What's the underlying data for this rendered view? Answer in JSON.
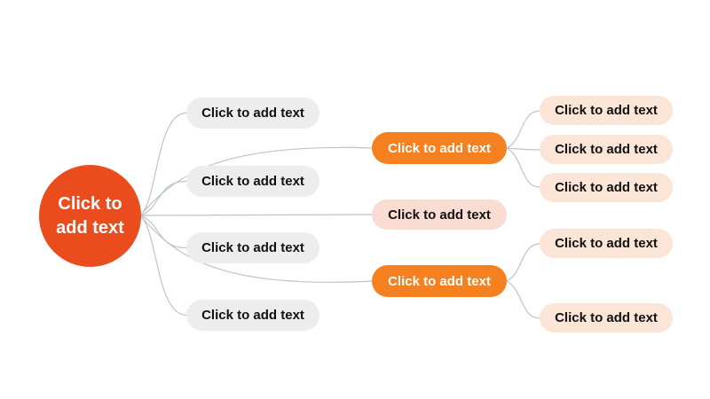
{
  "diagram": {
    "center": {
      "label": "Click to add text"
    },
    "level1_left": [
      {
        "label": "Click to add text"
      },
      {
        "label": "Click to add text"
      },
      {
        "label": "Click to add text"
      },
      {
        "label": "Click to add text"
      }
    ],
    "level1_mid": [
      {
        "label": "Click to add text",
        "variant": "branch-orange"
      },
      {
        "label": "Click to add text",
        "variant": "leaf-light"
      },
      {
        "label": "Click to add text",
        "variant": "branch-orange"
      }
    ],
    "level2_right": [
      {
        "label": "Click to add text"
      },
      {
        "label": "Click to add text"
      },
      {
        "label": "Click to add text"
      },
      {
        "label": "Click to add text"
      },
      {
        "label": "Click to add text"
      }
    ]
  },
  "colors": {
    "center": "#EA4C1E",
    "branch": "#F5801F",
    "leaf": "#FBE5D6",
    "mid_leaf": "#FADCD2",
    "gray": "#EDEDED",
    "connector": "#C0C3C9",
    "background": "#FFFFFF"
  }
}
